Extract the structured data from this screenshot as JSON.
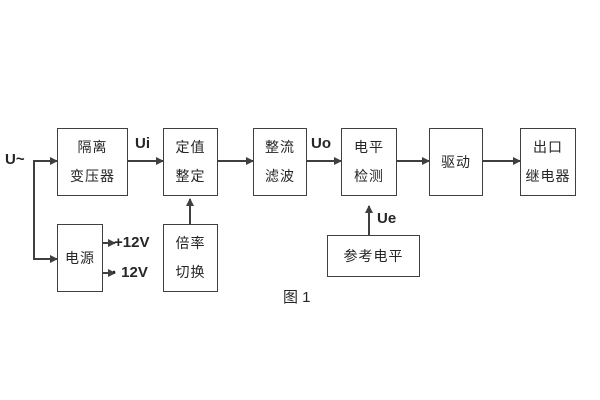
{
  "diagram": {
    "caption": "图 1",
    "input_label": "U~",
    "signal_labels": {
      "ui": "Ui",
      "uo": "Uo",
      "ue": "Ue"
    },
    "power_rails": {
      "positive": "+12V",
      "negative": "· 12V"
    },
    "blocks": {
      "isolation_transformer": {
        "line1": "隔离",
        "line2": "变压器"
      },
      "setpoint_adjustment": {
        "line1": "定值",
        "line2": "整定"
      },
      "rectifier_filter": {
        "line1": "整流",
        "line2": "滤波"
      },
      "level_detection": {
        "line1": "电平",
        "line2": "检测"
      },
      "driver": {
        "line1": "驱动"
      },
      "output_relay": {
        "line1": "出口",
        "line2": "继电器"
      },
      "power_supply": {
        "line1": "电源"
      },
      "ratio_switch": {
        "line1": "倍率",
        "line2": "切换"
      },
      "reference_level": {
        "line1": "参考电平"
      }
    },
    "colors": {
      "line": "#3f3f3f",
      "text": "#262626",
      "background": "#ffffff"
    }
  }
}
